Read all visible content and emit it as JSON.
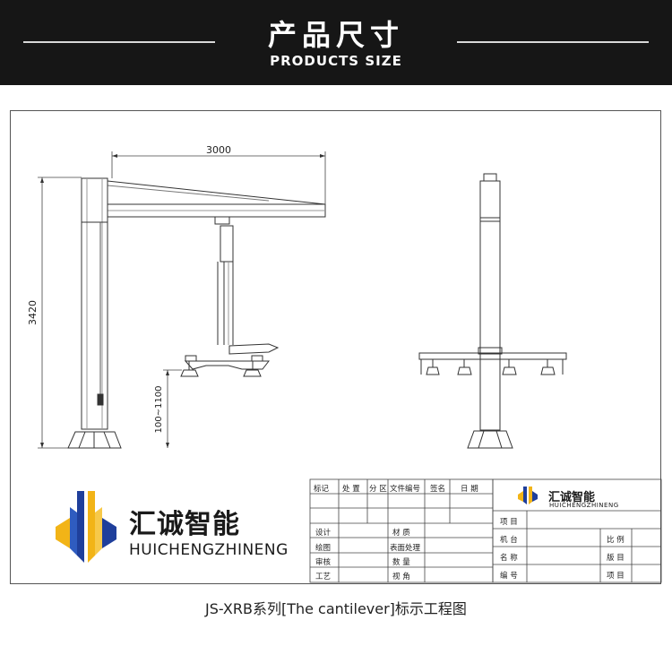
{
  "header": {
    "title_cn": "产品尺寸",
    "title_en": "PRODUCTS SIZE"
  },
  "dimensions": {
    "width": "3000",
    "height": "3420",
    "range": "100~1100"
  },
  "brand": {
    "name_cn": "汇诚智能",
    "name_en": "HUICHENGZHINENG",
    "color_blue": "#1f3f9b",
    "color_yellow": "#f2b417"
  },
  "title_block": {
    "revision_headers": [
      "标记",
      "处 置",
      "分 区",
      "文件编号",
      "签名",
      "日 期"
    ],
    "rows_left": [
      "设计",
      "绘图",
      "审核",
      "工艺"
    ],
    "rows_mid": [
      "材 质",
      "表面处理",
      "数 量",
      "视 角"
    ],
    "rows_right": [
      "项 目",
      "机 台",
      "名 称",
      "编 号"
    ],
    "rows_far": [
      "比 例",
      "版 目",
      "项 目"
    ],
    "logo_cn": "汇诚智能",
    "logo_en": "HUICHENGZHINENG"
  },
  "caption": "JS-XRB系列[The cantilever]标示工程图"
}
